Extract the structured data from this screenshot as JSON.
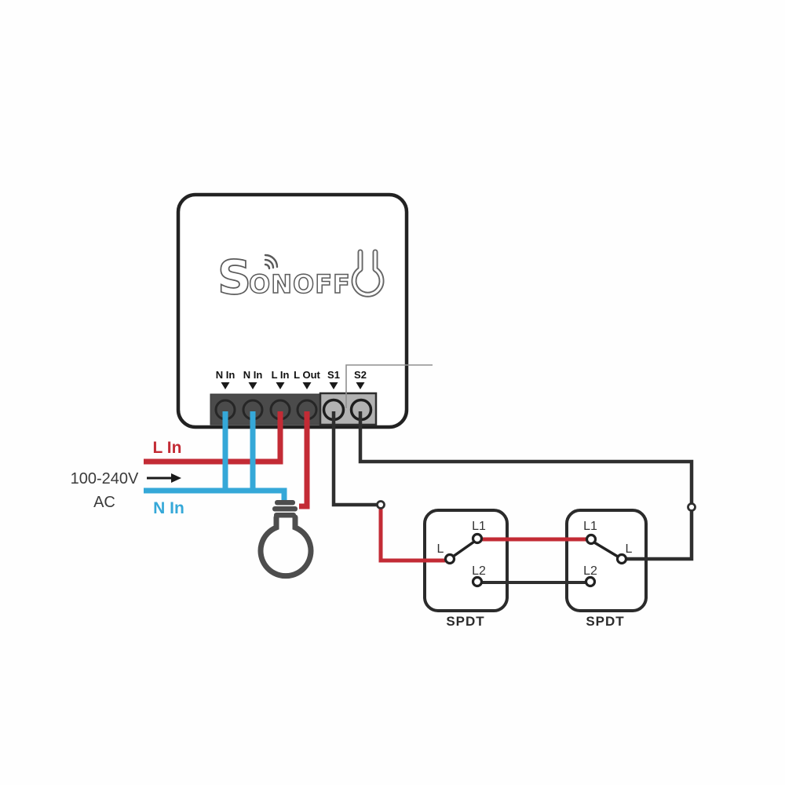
{
  "device": {
    "brand_initial": "S",
    "brand_rest": "ONOFF",
    "terminals": [
      "N In",
      "N In",
      "L In",
      "L Out",
      "S1",
      "S2"
    ]
  },
  "power": {
    "live_label": "L In",
    "voltage": "100-240V",
    "ac_label": "AC",
    "neutral_label": "N In"
  },
  "switch1": {
    "l1": "L1",
    "l": "L",
    "l2": "L2",
    "caption": "SPDT"
  },
  "switch2": {
    "l1": "L1",
    "l": "L",
    "l2": "L2",
    "caption": "SPDT"
  },
  "colors": {
    "live": "#c32b35",
    "neutral": "#35a8d8",
    "wire": "#2f2f2f",
    "device_outline": "#222222",
    "terminal_block_dark": "#4b4b4b",
    "terminal_block_gray": "#b2b2b2",
    "bulb": "#4d4d4d"
  }
}
